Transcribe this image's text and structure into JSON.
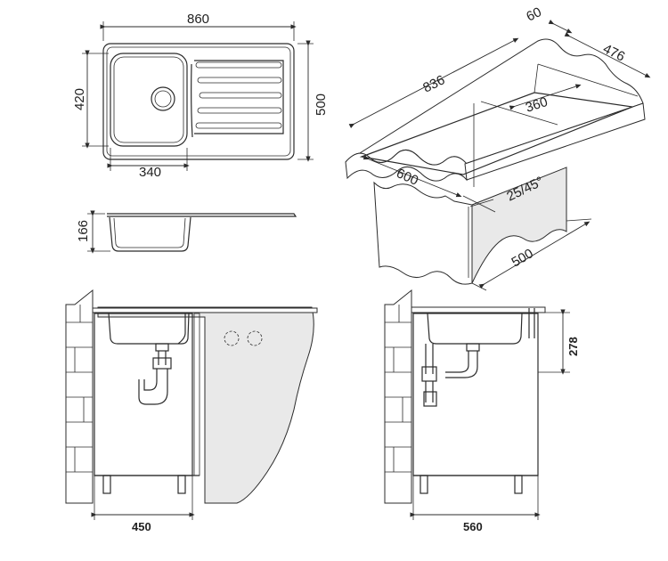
{
  "dims": {
    "width": "860",
    "depth": "500",
    "bowl_depth_side": "420",
    "bowl_width": "340",
    "height": "166",
    "iso_length": "836",
    "iso_rim": "60",
    "iso_depth": "476",
    "iso_bowl": "360",
    "iso_cut": "600",
    "iso_radius": "25/45°",
    "iso_cut_depth": "500",
    "cab_width_a": "450",
    "cab_width_b": "560",
    "cab_height": "278"
  }
}
